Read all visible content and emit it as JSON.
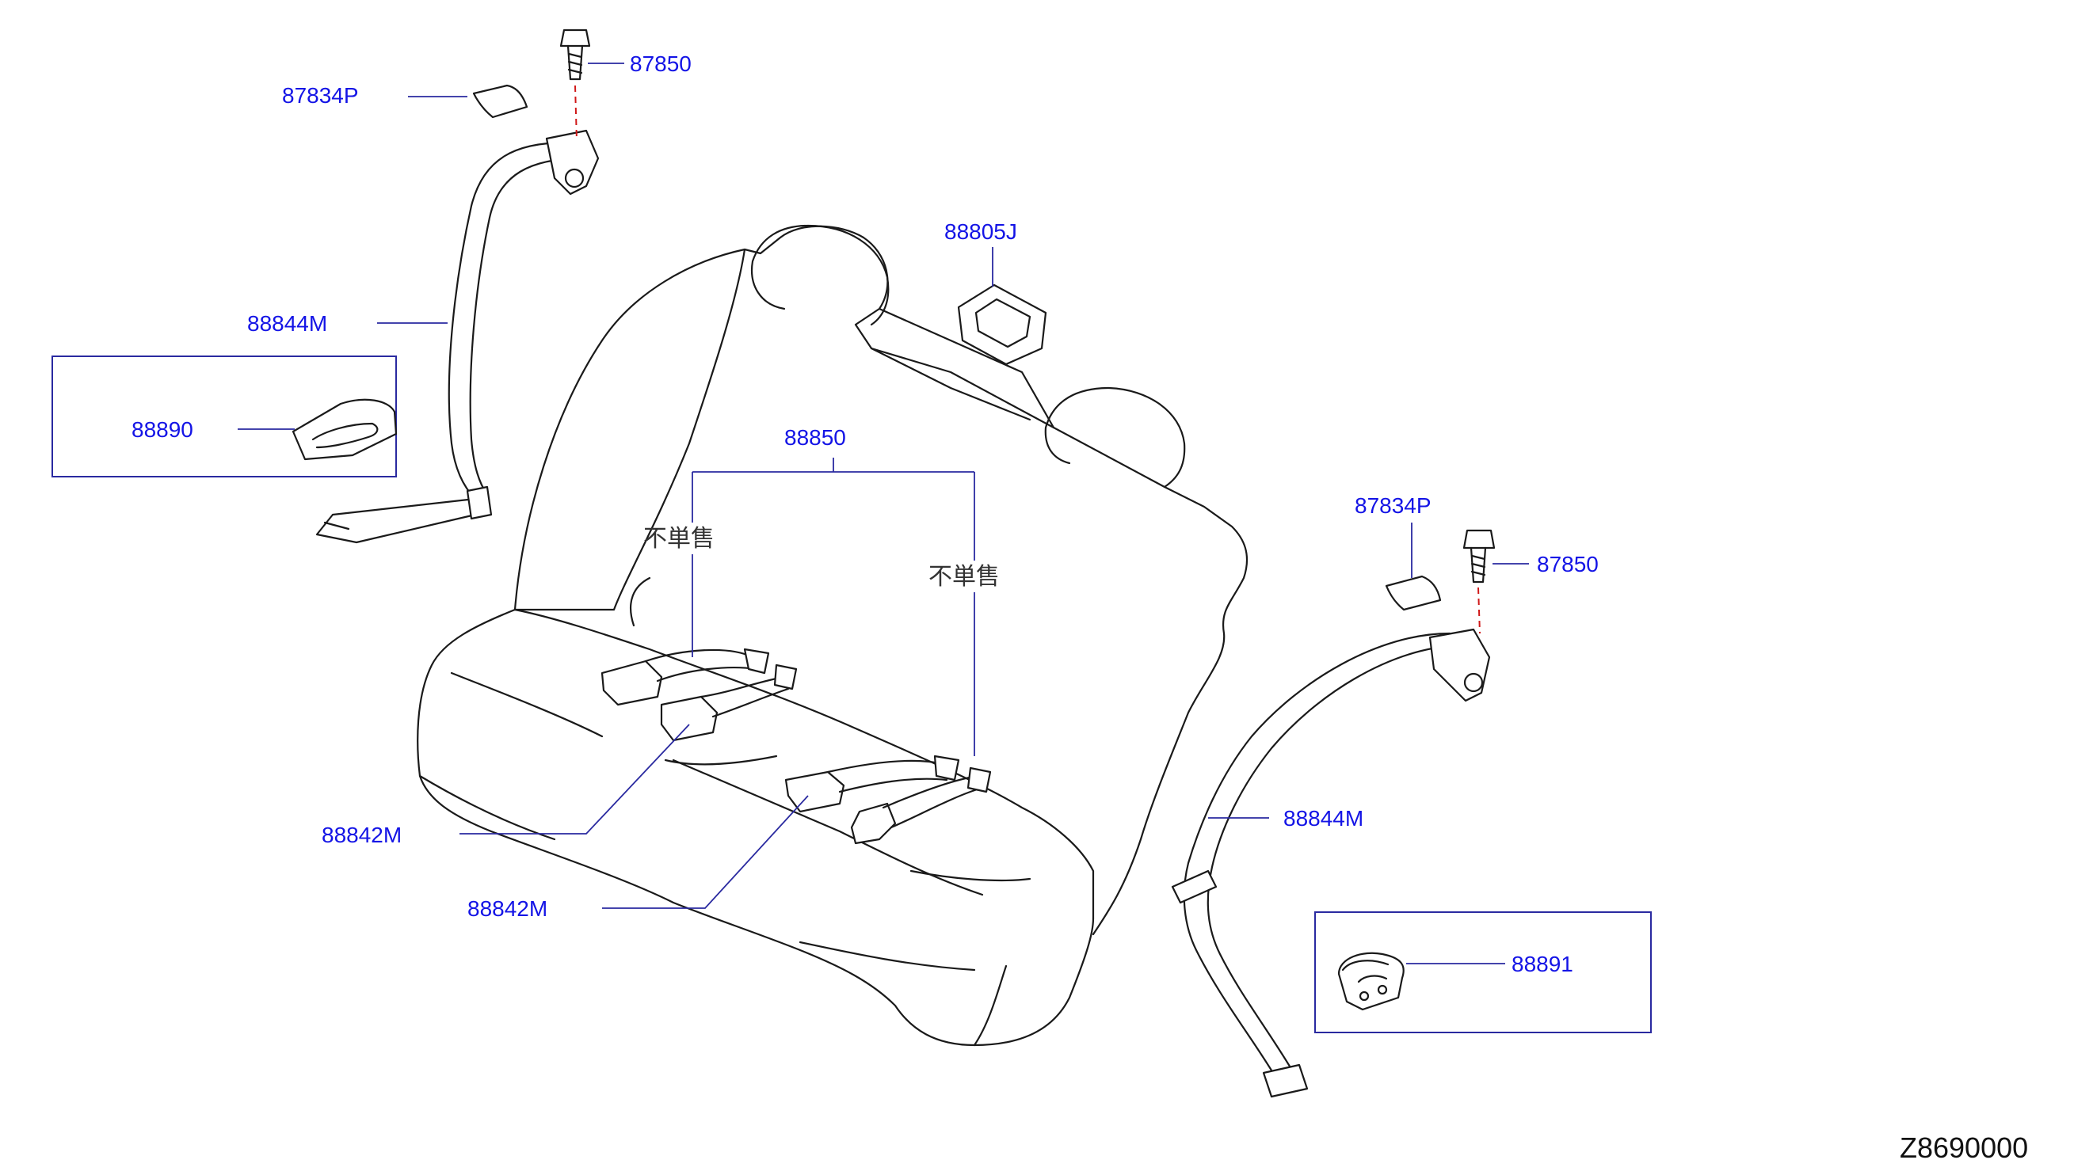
{
  "colors": {
    "label": "#1414e6",
    "leader": "#2a2aa0",
    "drawing": "#1a1a1a",
    "dash_red": "#d01818",
    "note": "#333333",
    "ref": "#111111",
    "background": "#ffffff"
  },
  "labels": {
    "bolt_left": "87850",
    "cover_left": "87834P",
    "belt_left": "88844M",
    "guide_left": "88890",
    "trim_center": "88805J",
    "buckle_set": "88850",
    "buckle_front": "88842M",
    "buckle_rear": "88842M",
    "cover_right": "87834P",
    "bolt_right": "87850",
    "belt_right": "88844M",
    "guide_right": "88891"
  },
  "notes": {
    "not_sold_left": "不単售",
    "not_sold_right": "不単售"
  },
  "reference": {
    "diagram_code": "Z8690000"
  }
}
